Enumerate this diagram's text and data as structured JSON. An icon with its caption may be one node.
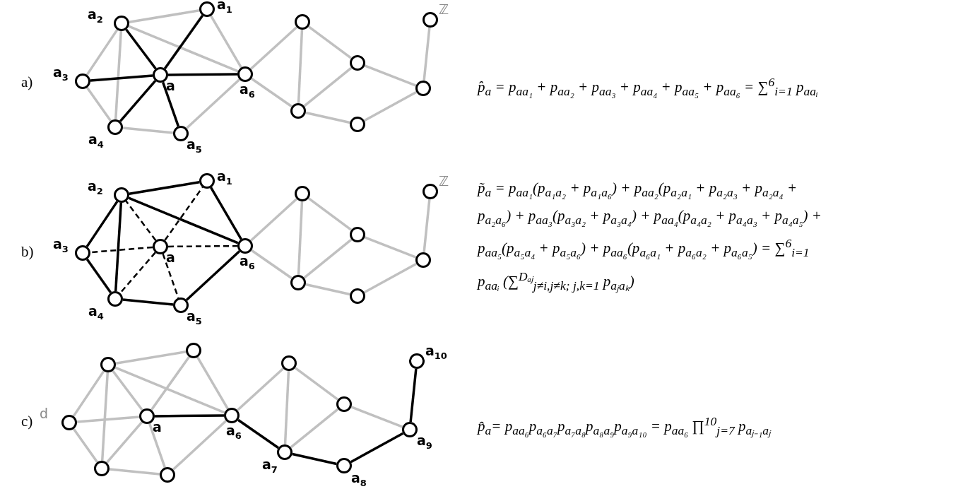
{
  "diagram": {
    "nodes": [
      {
        "text": [],
        "shape": "circle",
        "beside": [
          "a$_{3}$"
        ]
      },
      {
        "text": [],
        "shape": "circle",
        "beside": [
          "a$_{4}$"
        ]
      },
      {
        "text": [],
        "shape": "circle",
        "beside": [
          "a$_{2}$"
        ]
      },
      {
        "text": [],
        "shape": "circle",
        "beside": [
          "a"
        ]
      },
      {
        "text": [],
        "shape": "circle",
        "beside": [
          "a$_{5}$"
        ]
      },
      {
        "text": [],
        "shape": "circle",
        "beside": [
          "a$_{1}$"
        ]
      },
      {
        "text": [],
        "shape": "circle",
        "beside": [
          "a$_{6}$"
        ]
      },
      {
        "text": [],
        "shape": "circle"
      },
      {
        "text": [],
        "shape": "circle"
      },
      {
        "text": [],
        "shape": "circle"
      },
      {
        "text": [],
        "shape": "circle"
      },
      {
        "text": [],
        "shape": "circle"
      },
      {
        "text": [],
        "shape": "circle",
        "beside": [
          "ℤ"
        ]
      },
      {
        "text": [],
        "shape": "circle",
        "beside": [
          "a$_{3}$"
        ]
      },
      {
        "text": [],
        "shape": "circle",
        "beside": [
          "a$_{4}$"
        ]
      },
      {
        "text": [],
        "shape": "circle",
        "beside": [
          "a$_{2}$"
        ]
      },
      {
        "text": [],
        "shape": "circle",
        "beside": [
          "a"
        ]
      },
      {
        "text": [],
        "shape": "circle",
        "beside": [
          "a$_{5}$"
        ]
      },
      {
        "text": [],
        "shape": "circle",
        "beside": [
          "a$_{1}$"
        ]
      },
      {
        "text": [],
        "shape": "circle",
        "beside": [
          "a$_{6}$"
        ]
      },
      {
        "text": [],
        "shape": "circle"
      },
      {
        "text": [],
        "shape": "circle"
      },
      {
        "text": [],
        "shape": "circle"
      },
      {
        "text": [],
        "shape": "circle"
      },
      {
        "text": [],
        "shape": "circle"
      },
      {
        "text": [],
        "shape": "circle",
        "beside": [
          "ℤ"
        ]
      },
      {
        "text": [],
        "shape": "circle",
        "beside": [
          "d"
        ]
      },
      {
        "text": [],
        "shape": "circle"
      },
      {
        "text": [],
        "shape": "circle"
      },
      {
        "text": [],
        "shape": "circle",
        "beside": [
          "a"
        ]
      },
      {
        "text": [],
        "shape": "circle"
      },
      {
        "text": [],
        "shape": "circle"
      },
      {
        "text": [],
        "shape": "circle",
        "beside": [
          "a$_{6}$"
        ]
      },
      {
        "text": [],
        "shape": "circle",
        "beside": [
          "a$_{7}$"
        ]
      },
      {
        "text": [],
        "shape": "circle"
      },
      {
        "text": [],
        "shape": "circle"
      },
      {
        "text": [],
        "shape": "circle",
        "beside": [
          "a$_{8}$"
        ]
      },
      {
        "text": [],
        "shape": "circle",
        "beside": [
          "a$_{9}$"
        ]
      },
      {
        "text": [],
        "shape": "circle",
        "beside": [
          "a$_{10}$"
        ]
      }
    ],
    "edges": [
      {
        "from": 2,
        "to": 5,
        "arrow": "none"
      },
      {
        "from": 5,
        "to": 6,
        "arrow": "none"
      },
      {
        "from": 2,
        "to": 6,
        "arrow": "none"
      },
      {
        "from": 2,
        "to": 0,
        "arrow": "none"
      },
      {
        "from": 2,
        "to": 1,
        "arrow": "none"
      },
      {
        "from": 0,
        "to": 1,
        "arrow": "none"
      },
      {
        "from": 1,
        "to": 4,
        "arrow": "none"
      },
      {
        "from": 4,
        "to": 6,
        "arrow": "none"
      },
      {
        "from": 3,
        "to": 5,
        "arrow": "none",
        "color": "#000000"
      },
      {
        "from": 3,
        "to": 2,
        "arrow": "none",
        "color": "#000000"
      },
      {
        "from": 3,
        "to": 0,
        "arrow": "none",
        "color": "#000000"
      },
      {
        "from": 3,
        "to": 1,
        "arrow": "none",
        "color": "#000000"
      },
      {
        "from": 3,
        "to": 4,
        "arrow": "none",
        "color": "#000000"
      },
      {
        "from": 3,
        "to": 6,
        "arrow": "none",
        "color": "#000000"
      },
      {
        "from": 6,
        "to": 8,
        "arrow": "none"
      },
      {
        "from": 6,
        "to": 7,
        "arrow": "none"
      },
      {
        "from": 8,
        "to": 7,
        "arrow": "none"
      },
      {
        "from": 8,
        "to": 9,
        "arrow": "none"
      },
      {
        "from": 9,
        "to": 7,
        "arrow": "none"
      },
      {
        "from": 7,
        "to": 10,
        "arrow": "none"
      },
      {
        "from": 10,
        "to": 11,
        "arrow": "none"
      },
      {
        "from": 9,
        "to": 11,
        "arrow": "none"
      },
      {
        "from": 11,
        "to": 12,
        "arrow": "none"
      },
      {
        "from": 15,
        "to": 18,
        "arrow": "none",
        "color": "#000000"
      },
      {
        "from": 18,
        "to": 19,
        "arrow": "none",
        "color": "#000000"
      },
      {
        "from": 15,
        "to": 19,
        "arrow": "none",
        "color": "#000000"
      },
      {
        "from": 15,
        "to": 13,
        "arrow": "none",
        "color": "#000000"
      },
      {
        "from": 15,
        "to": 14,
        "arrow": "none",
        "color": "#000000"
      },
      {
        "from": 13,
        "to": 14,
        "arrow": "none",
        "color": "#000000"
      },
      {
        "from": 14,
        "to": 17,
        "arrow": "none",
        "color": "#000000"
      },
      {
        "from": 17,
        "to": 19,
        "arrow": "none",
        "color": "#000000"
      },
      {
        "from": 16,
        "to": 15,
        "arrow": "none",
        "style": "dashed",
        "color": "#000000"
      },
      {
        "from": 16,
        "to": 18,
        "arrow": "none",
        "style": "dashed",
        "color": "#000000"
      },
      {
        "from": 16,
        "to": 13,
        "arrow": "none",
        "style": "dashed",
        "color": "#000000"
      },
      {
        "from": 16,
        "to": 19,
        "arrow": "none",
        "style": "dashed",
        "color": "#000000"
      },
      {
        "from": 16,
        "to": 14,
        "arrow": "none",
        "style": "dashed",
        "color": "#000000"
      },
      {
        "from": 16,
        "to": 17,
        "arrow": "none",
        "style": "dashed",
        "color": "#000000"
      },
      {
        "from": 19,
        "to": 21,
        "arrow": "none"
      },
      {
        "from": 19,
        "to": 20,
        "arrow": "none"
      },
      {
        "from": 21,
        "to": 20,
        "arrow": "none"
      },
      {
        "from": 21,
        "to": 22,
        "arrow": "none"
      },
      {
        "from": 22,
        "to": 20,
        "arrow": "none"
      },
      {
        "from": 20,
        "to": 23,
        "arrow": "none"
      },
      {
        "from": 23,
        "to": 24,
        "arrow": "none"
      },
      {
        "from": 22,
        "to": 24,
        "arrow": "none"
      },
      {
        "from": 24,
        "to": 25,
        "arrow": "none"
      },
      {
        "from": 28,
        "to": 31,
        "arrow": "none"
      },
      {
        "from": 31,
        "to": 32,
        "arrow": "none"
      },
      {
        "from": 28,
        "to": 32,
        "arrow": "none"
      },
      {
        "from": 28,
        "to": 26,
        "arrow": "none"
      },
      {
        "from": 28,
        "to": 27,
        "arrow": "none"
      },
      {
        "from": 26,
        "to": 27,
        "arrow": "none"
      },
      {
        "from": 27,
        "to": 30,
        "arrow": "none"
      },
      {
        "from": 30,
        "to": 32,
        "arrow": "none"
      },
      {
        "from": 29,
        "to": 31,
        "arrow": "none"
      },
      {
        "from": 29,
        "to": 28,
        "arrow": "none"
      },
      {
        "from": 29,
        "to": 26,
        "arrow": "none"
      },
      {
        "from": 29,
        "to": 27,
        "arrow": "none"
      },
      {
        "from": 29,
        "to": 30,
        "arrow": "none"
      },
      {
        "from": 29,
        "to": 32,
        "arrow": "none",
        "color": "#000000"
      },
      {
        "from": 32,
        "to": 34,
        "arrow": "none"
      },
      {
        "from": 32,
        "to": 33,
        "arrow": "none",
        "color": "#000000"
      },
      {
        "from": 34,
        "to": 33,
        "arrow": "none"
      },
      {
        "from": 34,
        "to": 35,
        "arrow": "none"
      },
      {
        "from": 35,
        "to": 33,
        "arrow": "none"
      },
      {
        "from": 33,
        "to": 36,
        "arrow": "none",
        "color": "#000000"
      },
      {
        "from": 36,
        "to": 37,
        "arrow": "none",
        "color": "#000000"
      },
      {
        "from": 35,
        "to": 37,
        "arrow": "none"
      },
      {
        "from": 37,
        "to": 38,
        "arrow": "none",
        "color": "#000000"
      }
    ],
    "labels": [
      "a)",
      "p̂$_{a}$ = p$_{aa₁}$ + p$_{aa₂}$ + p$_{aa₃}$ + p$_{aa₄}$ + p$_{aa₅}$ + p$_{aa₆}$ = ∑$^{6}$$_{i=1}$ p$_{aaᵢ}$",
      "b)",
      "p̃$_{a}$ = p$_{aa₁}$(p$_{a₁a₂}$ + p$_{a₁a₆}$) + p$_{aa₂}$(p$_{a₂a₁}$ + p$_{a₂a₃}$ + p$_{a₂a₄}$ + p$_{a₂a₆}$) + p$_{aa₃}$(p$_{a₃a₂}$ + p$_{a₃a₄}$) + p$_{aa₄}$(p$_{a₄a₂}$ + p$_{a₄a₃}$ + p$_{a₄a₅}$) + p$_{aa₅}$(p$_{a₅a₄}$ + p$_{a₅a₆}$) + p$_{aa₆}$(p$_{a₆a₁}$ + p$_{a₆a₂}$ + p$_{a₆a₅}$) = ∑$^{6}$$_{i=1}$ p$_{aaᵢ}$ (∑$^{Dₐⱼ}$$_{j≠i,j≠k; j,k=1}$ p$_{aⱼaₖ}$)",
      "c)",
      "p̑$_{a}$= p$_{aa₆}$p$_{a₆a₇}$p$_{a₇a₈}$p$_{a₈a₉}$p$_{a₉a₁₀}$ = p$_{aa₆}$ ∏$^{10}$$_{j=7}$ p$_{aⱼ₋₁aⱼ}$"
    ]
  }
}
